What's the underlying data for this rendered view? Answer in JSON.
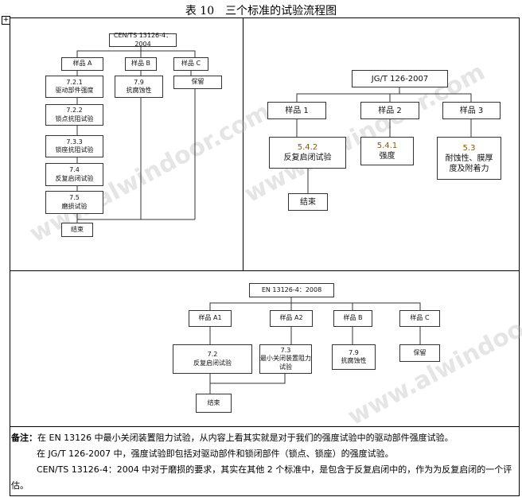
{
  "title": "表 10　三个标准的试验流程图",
  "expand_icon": "plus-box-icon",
  "watermark": "www.alwindoor.com",
  "cen": {
    "root": "CEN/TS 13126-4：2004",
    "samples": [
      "样品 A",
      "样品 B",
      "样品 C"
    ],
    "a_steps": [
      {
        "num": "7.2.1",
        "name": "驱动部件强度"
      },
      {
        "num": "7.2.2",
        "name": "锁点抗阻试验"
      },
      {
        "num": "7.3.3",
        "name": "锁座抗阻试验"
      },
      {
        "num": "7.4",
        "name": "反复启闭试验"
      },
      {
        "num": "7.5",
        "name": "磨损试验"
      }
    ],
    "b_step": {
      "num": "7.9",
      "name": "抗腐蚀性"
    },
    "c_step": "保留",
    "end": "结束"
  },
  "jgt": {
    "root": "JG/T 126-2007",
    "samples": [
      "样品 1",
      "样品 2",
      "样品 3"
    ],
    "steps": [
      {
        "num": "5.4.2",
        "name": "反复启闭试验"
      },
      {
        "num": "5.4.1",
        "name": "强度"
      },
      {
        "num": "5.3",
        "name": "耐蚀性、膜厚度及附着力"
      }
    ],
    "end": "结束"
  },
  "en": {
    "root": "EN 13126-4：2008",
    "samples": [
      "样品 A1",
      "样品 A2",
      "样品 B",
      "样品 C"
    ],
    "steps": [
      {
        "num": "7.2",
        "name": "反复启闭试验"
      },
      {
        "num": "7.3",
        "name": "最小关闭装置阻力试验"
      },
      {
        "num": "7.9",
        "name": "抗腐蚀性"
      }
    ],
    "c_step": "保留",
    "end": "结束"
  },
  "notes": {
    "label": "备注：",
    "lines": [
      "在 EN 13126 中最小关闭装置阻力试验，从内容上看其实就是对于我们的强度试验中的驱动部件强度试验。",
      "在 JG/T 126-2007 中，强度试验即包括对驱动部件和锁闭部件（锁点、锁座）的强度试验。",
      "CEN/TS 13126-4：2004 中对于磨损的要求，其实在其他 2 个标准中，是包含于反复启闭中的，作为为反复启闭的一个评估。"
    ]
  }
}
